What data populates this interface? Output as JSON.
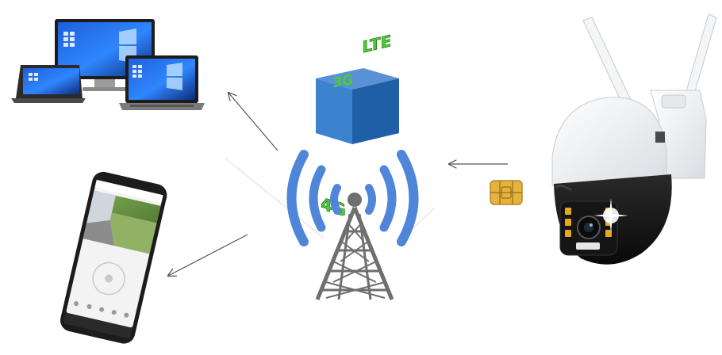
{
  "cube": {
    "top_label": "3G",
    "front_label": "4G",
    "side_label": "LTE"
  },
  "colors": {
    "cube_top": "#5b8fd6",
    "cube_front": "#3c83cf",
    "cube_side": "#1f5fa8",
    "cube_label": "#4ad02e",
    "signal_wave": "#4f86d9",
    "tower": "#6f6f6f",
    "arrow": "#555555",
    "sim_gold": "#e3b33b"
  },
  "icons": {
    "devices": "desktop-laptop-tablet-icon",
    "phone": "smartphone-app-icon",
    "tower": "cell-tower-icon",
    "sim": "sim-card-icon",
    "camera": "ptz-dome-camera-icon"
  }
}
